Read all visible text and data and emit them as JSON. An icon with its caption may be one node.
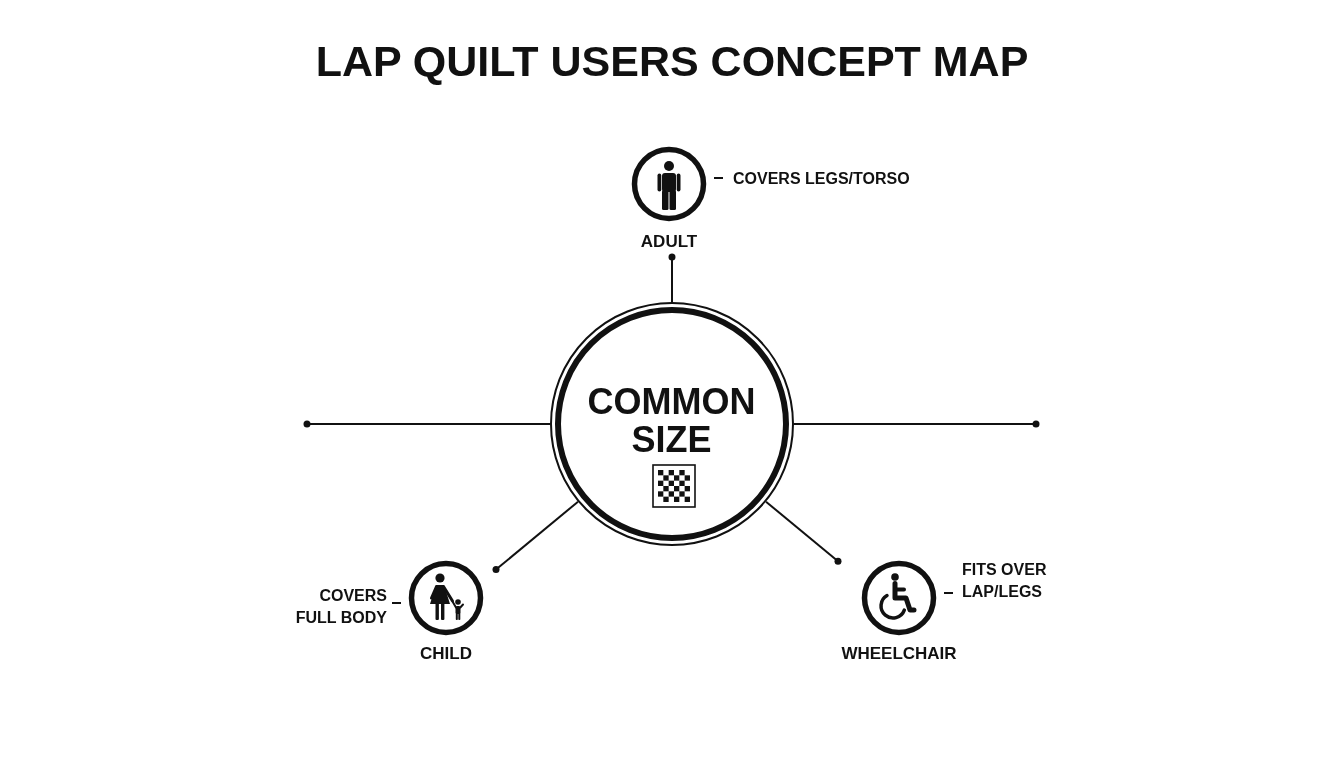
{
  "diagram": {
    "title": "LAP QUILT USERS CONCEPT MAP",
    "nodes": [
      {
        "text": [
          "ADULT"
        ],
        "beside": [
          "COVERS LEGS/TORSO"
        ]
      },
      {
        "text": [
          "COMMON SIZE"
        ]
      },
      {
        "text": [
          "CHILD"
        ],
        "beside": [
          "COVERS FULL BODY"
        ]
      },
      {
        "text": [
          "WHEELCHAIR"
        ],
        "beside": [
          "FITS OVER LAP/LEGS"
        ]
      }
    ],
    "edges": [
      {
        "from": 1,
        "to": 0,
        "arrow": "other"
      },
      {
        "from": 1,
        "to": null,
        "arrow": "other"
      },
      {
        "from": 1,
        "to": null,
        "arrow": "other"
      },
      {
        "from": 1,
        "to": 2,
        "arrow": "other"
      },
      {
        "from": 1,
        "to": 3,
        "arrow": "other"
      }
    ]
  }
}
